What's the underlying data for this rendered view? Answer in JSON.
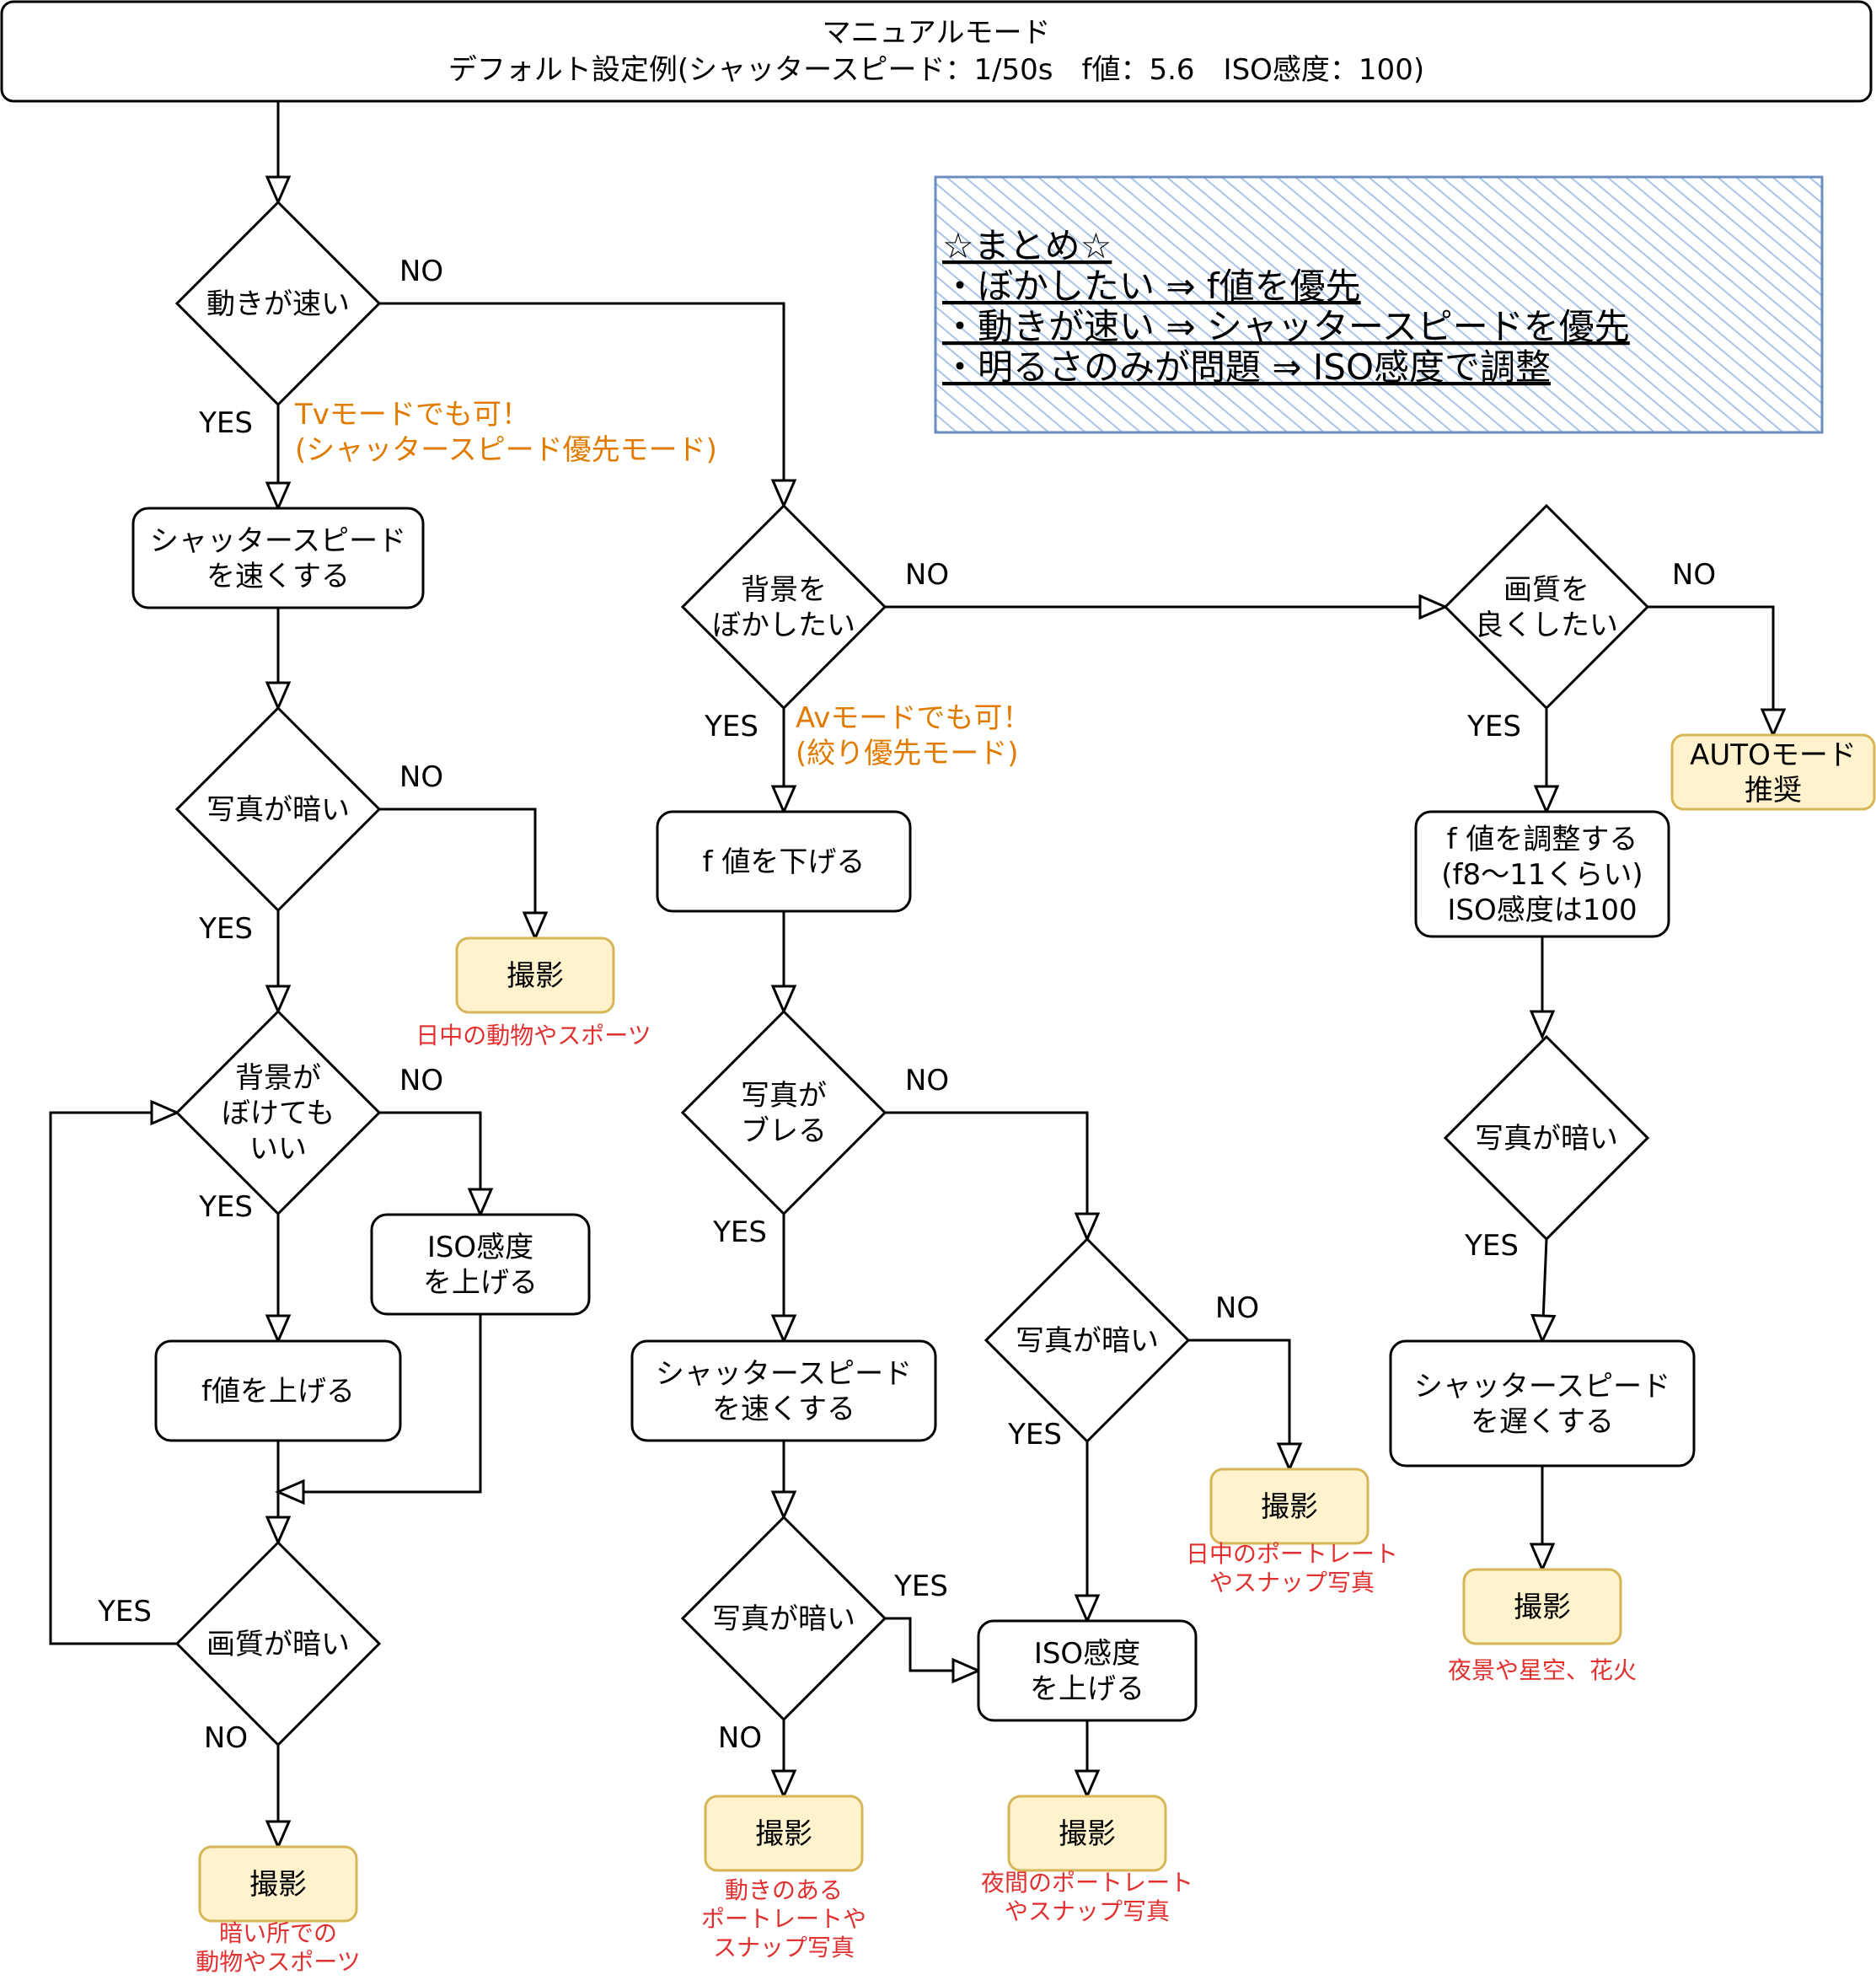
{
  "header": {
    "line1": "マニュアルモード",
    "line2": "デフォルト設定例(シャッタースピード：1/50s　f値：5.6　ISO感度：100)"
  },
  "summary": {
    "title": "☆まとめ☆",
    "items": [
      "・ぼかしたい ⇒ f値を優先",
      "・動きが速い ⇒ シャッタースピードを優先",
      "・明るさのみが問題 ⇒ ISO感度で調整"
    ],
    "fill_color": "#dae8fc",
    "stroke_color": "#6c8ebf"
  },
  "branch_labels": {
    "yes": "YES",
    "no": "NO"
  },
  "notes": {
    "tv_mode": [
      "Tvモードでも可！",
      "(シャッタースピード優先モード)"
    ],
    "av_mode": [
      "Avモードでも可！",
      "(絞り優先モード)"
    ]
  },
  "nodes": {
    "d_fast": [
      "動きが速い"
    ],
    "p_shutter_fast_left": [
      "シャッタースピード",
      "を速くする"
    ],
    "d_dark_left": [
      "写真が暗い"
    ],
    "t_shoot_day_left": [
      "撮影"
    ],
    "d_bg_blur_ok": [
      "背景が",
      "ぼけても",
      "いい"
    ],
    "p_iso_up_left": [
      "ISO感度",
      "を上げる"
    ],
    "p_f_up": [
      "f値を上げる"
    ],
    "d_quality_dark": [
      "画質が暗い"
    ],
    "t_shoot_dark_left": [
      "撮影"
    ],
    "d_bg_blur": [
      "背景を",
      "ぼかしたい"
    ],
    "p_f_down": [
      "f 値を下げる"
    ],
    "d_shake": [
      "写真が",
      "ブレる"
    ],
    "p_shutter_fast_mid": [
      "シャッタースピード",
      "を速くする"
    ],
    "d_dark_mid": [
      "写真が暗い"
    ],
    "t_shoot_motion": [
      "撮影"
    ],
    "d_dark_mid2": [
      "写真が暗い"
    ],
    "t_shoot_portrait_day": [
      "撮影"
    ],
    "p_iso_up_mid": [
      "ISO感度",
      "を上げる"
    ],
    "t_shoot_portrait_night": [
      "撮影"
    ],
    "d_quality": [
      "画質を",
      "良くしたい"
    ],
    "t_auto": [
      "AUTOモード",
      "推奨"
    ],
    "p_f_adjust": [
      "f 値を調整する",
      "(f8～11くらい)",
      "ISO感度は100"
    ],
    "d_dark_right": [
      "写真が暗い"
    ],
    "p_shutter_slow": [
      "シャッタースピード",
      "を遅くする"
    ],
    "t_shoot_night": [
      "撮影"
    ]
  },
  "captions": {
    "day_sports": [
      "日中の動物やスポーツ"
    ],
    "dark_sports": [
      "暗い所での",
      "動物やスポーツ"
    ],
    "motion_portrait": [
      "動きのある",
      "ポートレートや",
      "スナップ写真"
    ],
    "day_portrait": [
      "日中のポートレート",
      "やスナップ写真"
    ],
    "night_portrait": [
      "夜間のポートレート",
      "やスナップ写真"
    ],
    "night_scene": [
      "夜景や星空、花火"
    ]
  },
  "colors": {
    "terminal_fill": "#fff2cc",
    "terminal_stroke": "#d6b656",
    "note_text": "#e07b00",
    "caption_text": "#e03030"
  }
}
